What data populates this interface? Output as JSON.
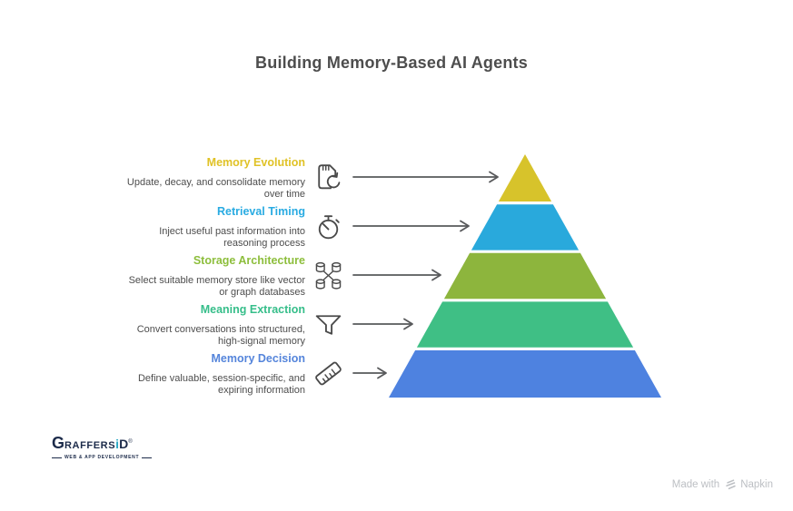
{
  "title": "Building Memory-Based AI Agents",
  "colors": {
    "title_text": "#4d4d4d",
    "description_text": "#4d4d4d",
    "arrow": "#58595b",
    "icon_stroke": "#4a4a4a",
    "credit_text": "#bcbfc3",
    "logo_navy": "#1c2b4a",
    "logo_cyan": "#2ba8c4"
  },
  "levels": [
    {
      "heading": "Memory Evolution",
      "heading_color": "#e0c226",
      "desc1": "Update, decay, and consolidate memory",
      "desc2": "over time",
      "pyramid_color": "#d7c32b",
      "icon": "memory-card-refresh-icon"
    },
    {
      "heading": "Retrieval Timing",
      "heading_color": "#29abe2",
      "desc1": "Inject useful past information into",
      "desc2": "reasoning process",
      "pyramid_color": "#29a9dc",
      "icon": "stopwatch-icon"
    },
    {
      "heading": "Storage Architecture",
      "heading_color": "#8dbe3c",
      "desc1": "Select suitable memory store like vector",
      "desc2": "or graph databases",
      "pyramid_color": "#8db53d",
      "icon": "database-network-icon"
    },
    {
      "heading": "Meaning Extraction",
      "heading_color": "#36be8a",
      "desc1": "Convert conversations into structured,",
      "desc2": "high-signal memory",
      "pyramid_color": "#3fbf85",
      "icon": "funnel-icon"
    },
    {
      "heading": "Memory Decision",
      "heading_color": "#5585db",
      "desc1": "Define valuable, session-specific, and",
      "desc2": "expiring information",
      "pyramid_color": "#4e82e0",
      "icon": "ruler-icon"
    }
  ],
  "footer": {
    "logo_g": "G",
    "logo_raffers": "RAFFERS",
    "logo_i": "i",
    "logo_d": "D",
    "logo_reg": "®",
    "logo_tagline": "WEB & APP DEVELOPMENT",
    "credit_prefix": "Made with",
    "credit_brand": "Napkin"
  }
}
